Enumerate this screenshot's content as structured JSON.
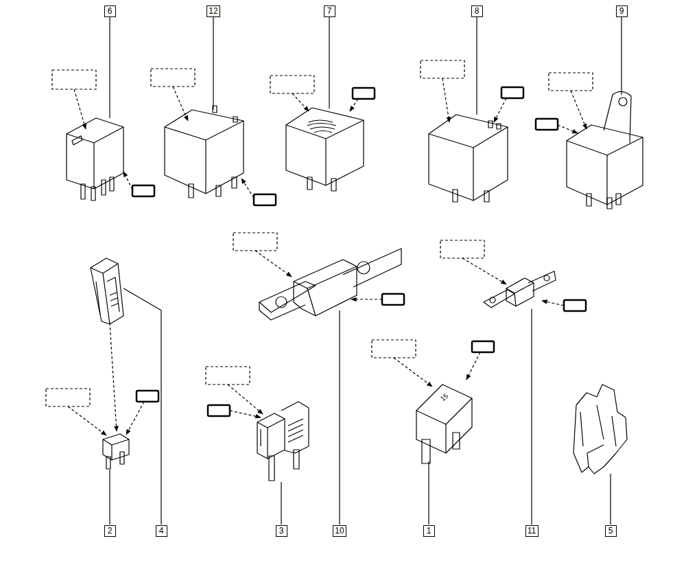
{
  "diagram": {
    "nodes": [
      {
        "text": [
          "6"
        ]
      },
      {
        "text": [
          "12"
        ]
      },
      {
        "text": [
          "7"
        ]
      },
      {
        "text": [
          "8"
        ]
      },
      {
        "text": [
          "9"
        ]
      },
      {
        "text": [
          "2"
        ]
      },
      {
        "text": [
          "4"
        ]
      },
      {
        "text": [
          "3"
        ]
      },
      {
        "text": [
          "10"
        ]
      },
      {
        "text": [
          "1"
        ]
      },
      {
        "text": [
          "11"
        ]
      },
      {
        "text": [
          "5"
        ]
      }
    ],
    "labels": [
      "15"
    ]
  }
}
